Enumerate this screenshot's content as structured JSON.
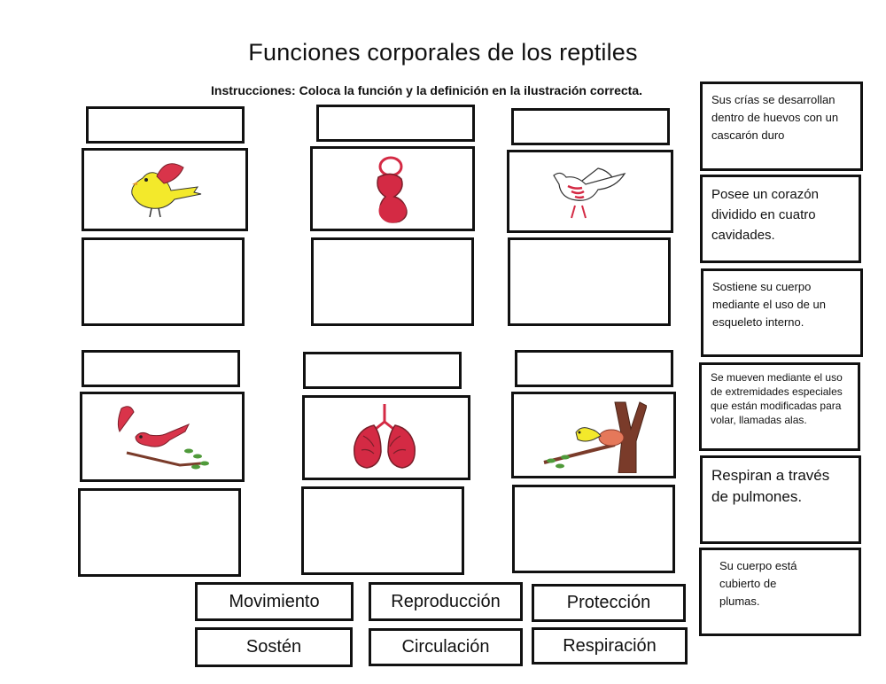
{
  "title": "Funciones corporales de los reptiles",
  "instructions": "Instrucciones: Coloca la función y la definición en la ilustración correcta.",
  "illustrations": [
    {
      "icon": "yellow-bird-icon"
    },
    {
      "icon": "heart-circulation-icon"
    },
    {
      "icon": "bird-skeleton-icon"
    },
    {
      "icon": "red-bird-feather-icon"
    },
    {
      "icon": "lungs-icon"
    },
    {
      "icon": "bird-nest-icon"
    }
  ],
  "definitions": [
    "Sus crías se desarrollan dentro de huevos con un cascarón duro",
    "Posee un corazón dividido en cuatro cavidades.",
    "Sostiene su cuerpo mediante el uso de un esqueleto interno.",
    "Se mueven mediante el uso de extremidades especiales que están modificadas para volar, llamadas alas.",
    "Respiran a través de pulmones.",
    "Su cuerpo está cubierto de plumas."
  ],
  "functions": [
    "Movimiento",
    "Reproducción",
    "Protección",
    "Sostén",
    "Circulación",
    "Respiración"
  ],
  "colors": {
    "bird_yellow": "#f3e92b",
    "wing_red": "#d9344a",
    "organ_red": "#d42a44",
    "branch_brown": "#7a3b2a",
    "leaf_green": "#4f9a3a",
    "border": "#111111"
  }
}
